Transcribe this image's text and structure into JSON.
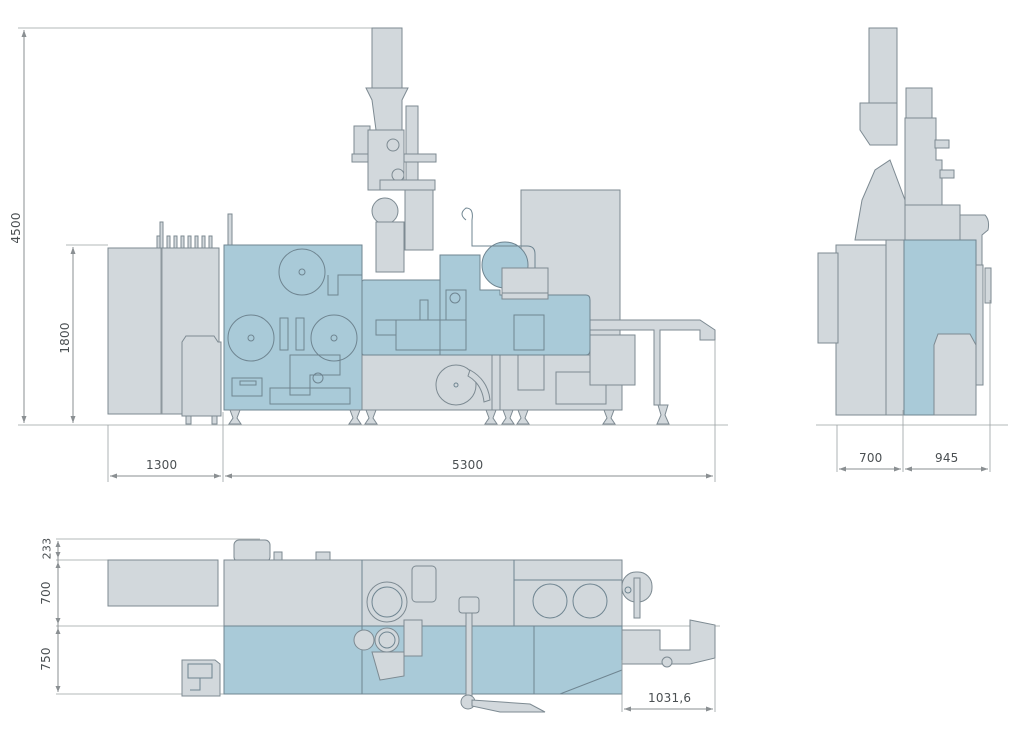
{
  "colors": {
    "machine_body": "#d2d8dc",
    "highlight_module": "#a9cad8",
    "outline": "#7d8a92",
    "dimension_line": "#8a8f92",
    "label_text": "#4a4f52"
  },
  "views": {
    "front": {
      "dimensions": {
        "total_height": "4500",
        "base_height": "1800",
        "left_section_width": "1300",
        "main_section_width": "5300"
      }
    },
    "side": {
      "dimensions": {
        "left_depth": "700",
        "right_depth": "945"
      }
    },
    "top": {
      "dimensions": {
        "top_strip": "233",
        "upper_band": "700",
        "lower_band": "750",
        "outfeed_extension": "1031,6"
      }
    }
  }
}
